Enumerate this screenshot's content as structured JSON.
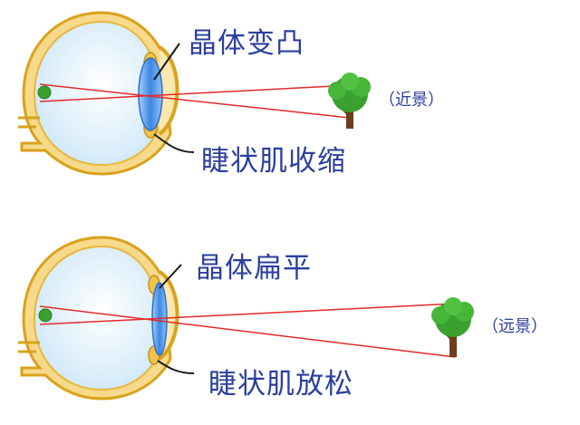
{
  "panels": [
    {
      "lens_label": "晶体变凸",
      "muscle_label": "睫状肌收缩",
      "distance_label": "（近景）"
    },
    {
      "lens_label": "晶体扁平",
      "muscle_label": "睫状肌放松",
      "distance_label": "（远景）"
    }
  ],
  "colors": {
    "label_text": "#2b3f9e",
    "eye_outline": "#e0a922",
    "sclera": "#f7d98b",
    "eyeball": "#d6ecf9",
    "lens": "#4d8fe0",
    "ray": "#e32a2a",
    "tree_leaves": "#3aa02e",
    "tree_trunk": "#6b3f1e"
  }
}
